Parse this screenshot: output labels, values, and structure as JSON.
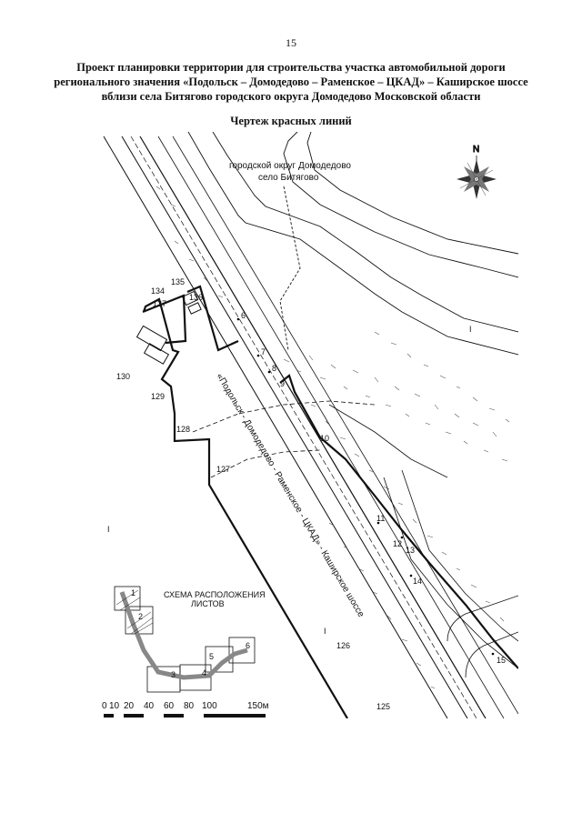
{
  "page_number": "15",
  "document_title": [
    "Проект планировки территории для строительства участка автомобильной дороги",
    "регионального значения «Подольск – Домодедово – Раменское – ЦКАД» – Каширское шоссе",
    "вблизи села Битягово городского округа Домодедово Московской области"
  ],
  "drawing_title": "Чертеж красных линий",
  "map": {
    "area_label": [
      "городской округ Домодедово",
      "село Битягово"
    ],
    "road_label": "«Подольск - Домодедово - Раменское - ЦКАД» - Каширское шоссе",
    "compass_north": "N",
    "red_line_points": [
      "6",
      "7",
      "8",
      "9",
      "10",
      "11",
      "12",
      "13",
      "14",
      "15",
      "125",
      "126",
      "127",
      "128",
      "129",
      "130",
      "134",
      "135",
      "136",
      "137"
    ],
    "marker_labels": [
      "I",
      "I",
      "I"
    ]
  },
  "inset": {
    "title": [
      "СХЕМА РАСПОЛОЖЕНИЯ",
      "ЛИСТОВ"
    ],
    "sheets": [
      "1",
      "2",
      "3",
      "4",
      "5",
      "6"
    ]
  },
  "scale_bar": {
    "labels": [
      "0",
      "10",
      "20",
      "40",
      "60",
      "80",
      "100",
      "150м"
    ]
  },
  "colors": {
    "ink": "#111111",
    "paper": "#ffffff",
    "hatch": "#555555"
  }
}
